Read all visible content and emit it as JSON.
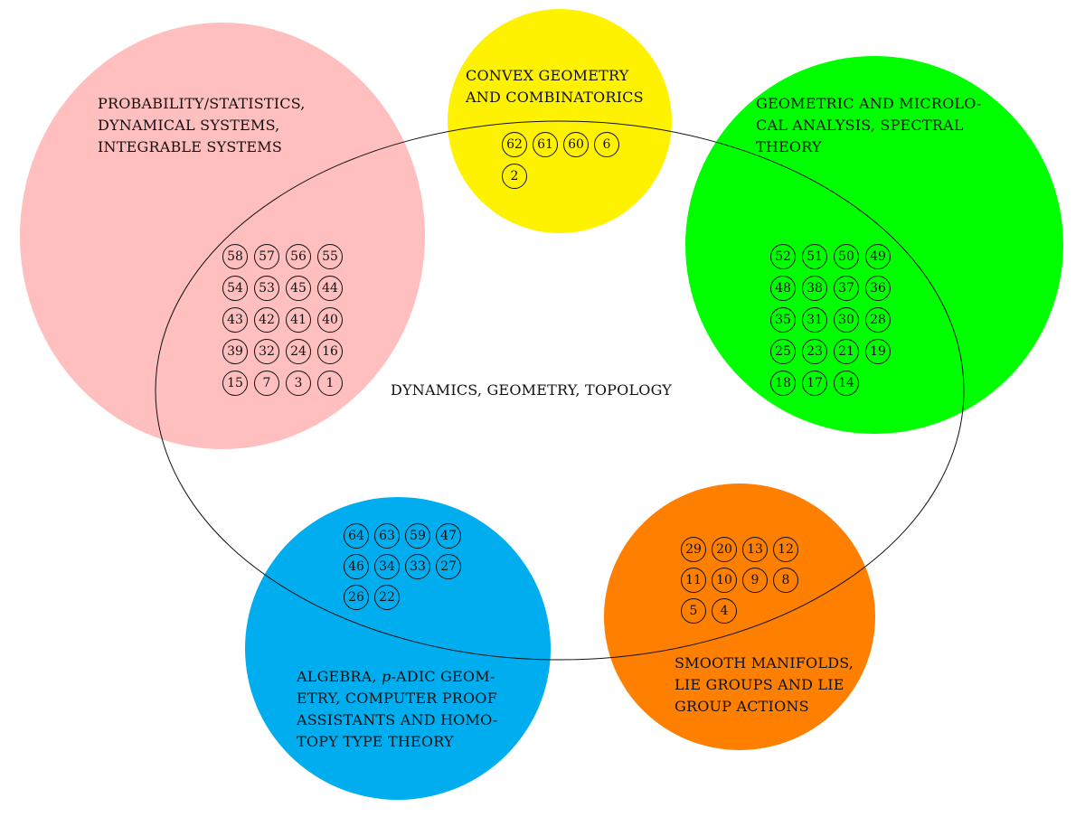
{
  "colors": {
    "pink": "#ffbfbf",
    "yellow": "#fff200",
    "green": "#00ff00",
    "blue": "#00aeef",
    "orange": "#ff7f00"
  },
  "center_label": "DYNAMICS, GEOMETRY, TOPOLOGY",
  "regions": {
    "probability": {
      "label": "PROBABILITY/STATISTICS,\nDYNAMICAL SYSTEMS,\nINTEGRABLE SYSTEMS",
      "items": [
        "58",
        "57",
        "56",
        "55",
        "54",
        "53",
        "45",
        "44",
        "43",
        "42",
        "41",
        "40",
        "39",
        "32",
        "24",
        "16",
        "15",
        "7",
        "3",
        "1"
      ]
    },
    "convex": {
      "label": "CONVEX GEOMETRY\nAND COMBINATORICS",
      "items": [
        "62",
        "61",
        "60",
        "6",
        "2"
      ]
    },
    "geometric": {
      "label": "GEOMETRIC AND MICROLO-\nCAL ANALYSIS, SPECTRAL\nTHEORY",
      "items": [
        "52",
        "51",
        "50",
        "49",
        "48",
        "38",
        "37",
        "36",
        "35",
        "31",
        "30",
        "28",
        "25",
        "23",
        "21",
        "19",
        "18",
        "17",
        "14"
      ]
    },
    "algebra": {
      "label_pre": "ALGEBRA, ",
      "label_italic": "p",
      "label_post": "-ADIC GEOM-\nETRY, COMPUTER PROOF\nASSISTANTS AND HOMO-\nTOPY TYPE THEORY",
      "items": [
        "64",
        "63",
        "59",
        "47",
        "46",
        "34",
        "33",
        "27",
        "26",
        "22"
      ]
    },
    "smooth": {
      "label": "SMOOTH MANIFOLDS,\nLIE GROUPS AND LIE\nGROUP ACTIONS",
      "items": [
        "29",
        "20",
        "13",
        "12",
        "11",
        "10",
        "9",
        "8",
        "5",
        "4"
      ]
    }
  }
}
